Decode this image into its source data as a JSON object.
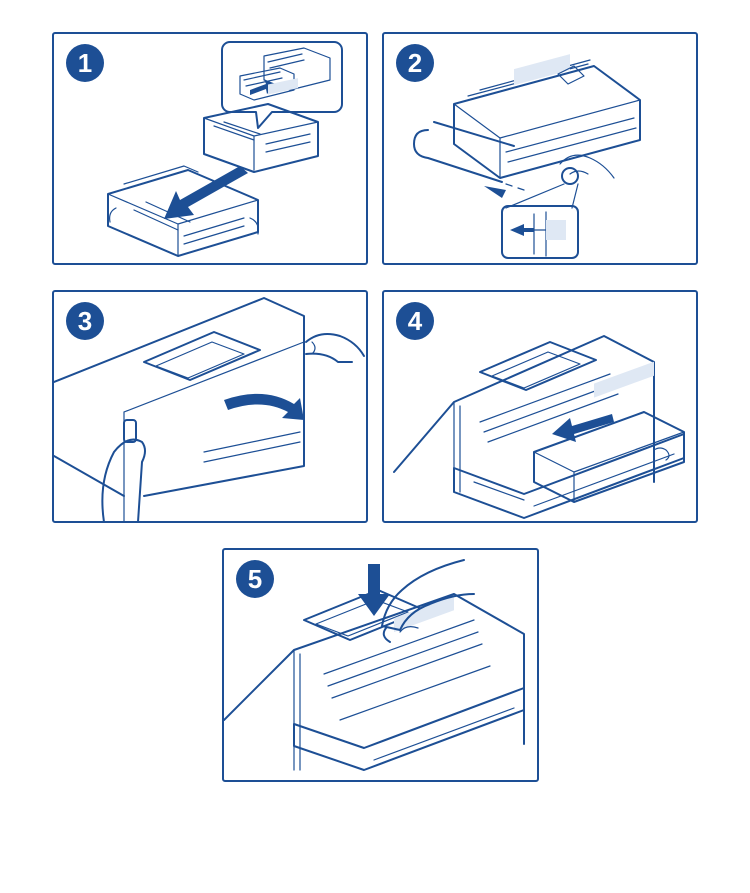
{
  "colors": {
    "ink": "#1d4f95",
    "tint": "#dfe8f4",
    "background": "#ffffff"
  },
  "steps": [
    {
      "number": "1",
      "icon": "drum-and-toner-assembly-icon"
    },
    {
      "number": "2",
      "icon": "slide-corona-wire-cleaner-icon"
    },
    {
      "number": "3",
      "icon": "open-front-cover-icon"
    },
    {
      "number": "4",
      "icon": "insert-drum-unit-icon"
    },
    {
      "number": "5",
      "icon": "push-down-drum-unit-icon"
    }
  ]
}
